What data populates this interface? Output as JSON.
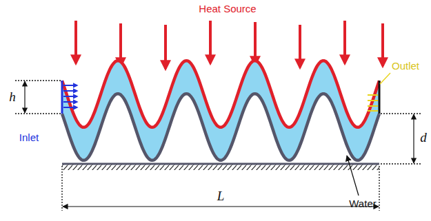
{
  "diagram": {
    "labels": [
      "Heat Source",
      "h",
      "Inlet",
      "Outlet",
      "d",
      "L",
      "Water"
    ]
  }
}
